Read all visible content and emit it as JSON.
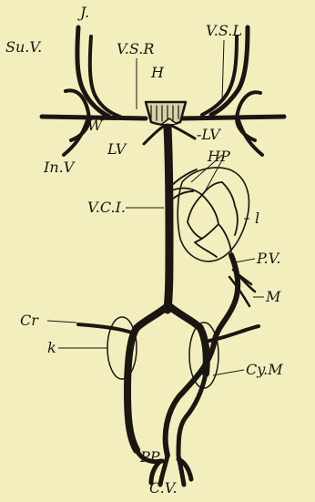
{
  "labels": {
    "J": "J.",
    "SuV": "Su.V.",
    "VSL": "V.S.L",
    "VSR": "V.S.R",
    "H": "H",
    "W": "W",
    "LV_right": "-LV",
    "LV_left": "LV",
    "InV": "In.V",
    "HP": "HP",
    "VCI": "V.C.I.",
    "l": "l",
    "PV": "P.V.",
    "M": "M",
    "Cr": "Cr",
    "k": "k",
    "CyM": "Cy.M",
    "PP": "PP",
    "CV": "C.V."
  },
  "colors": {
    "background": "#f3eebd",
    "ink": "#1a1612",
    "fill_light": "#d8d2a8"
  }
}
